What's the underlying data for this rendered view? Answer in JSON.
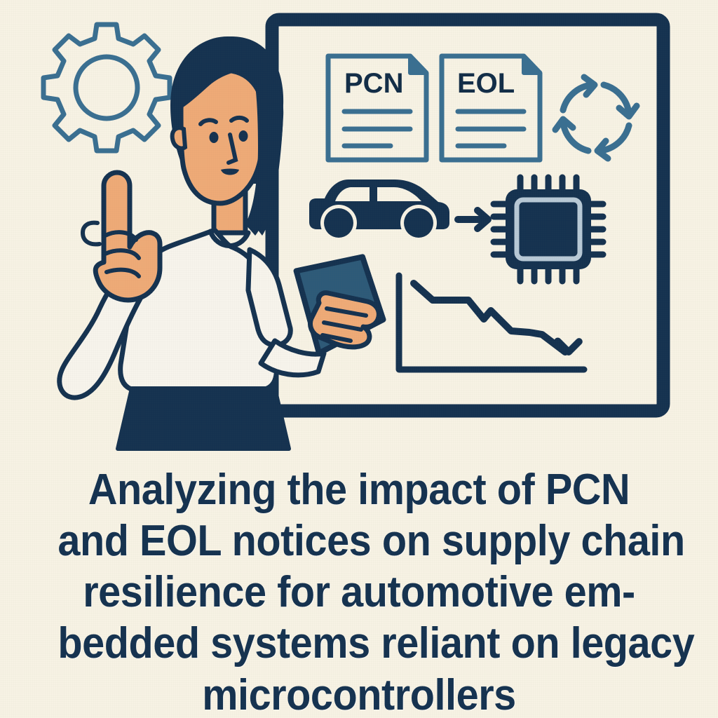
{
  "page": {
    "background_color": "#f7f2e4",
    "accent_navy": "#153250",
    "accent_steel": "#3a6f91",
    "skin_tone": "#eeaa77",
    "shirt_color": "#f7f4ec",
    "tablet_color": "#2d5a78"
  },
  "caption": {
    "full_text": "Analyzing the impact of PCN and EOL notices on supply chain resilience for automotive embedded systems reliant on legacy microcontrollers",
    "lines": [
      "Analyzing the impact of PCN",
      "and EOL notices on supply chain",
      "resilience for automotive em-",
      "bedded systems reliant on legacy",
      "microcontrollers"
    ],
    "color": "#153250"
  },
  "illustration": {
    "whiteboard": {
      "name": "presentation-board",
      "border_color": "#153250",
      "fill_color": "#f7f2e4"
    },
    "gear": {
      "name": "gear-icon",
      "teeth": 8,
      "color": "#3a6f91"
    },
    "person": {
      "name": "presenter-figure",
      "gesture": "index-finger-pointing-up",
      "hair_color": "#153250",
      "skin_color": "#eeaa77",
      "top_color": "#f7f4ec",
      "skirt_color": "#153250",
      "holding": "tablet"
    },
    "documents": [
      {
        "label": "PCN",
        "lines": 3,
        "color": "#3a6f91"
      },
      {
        "label": "EOL",
        "lines": 3,
        "color": "#3a6f91"
      }
    ],
    "cycle_icon": {
      "name": "recycle-cycle-icon",
      "arrows": 4,
      "direction": "clockwise",
      "color": "#3a6f91"
    },
    "car": {
      "name": "car-icon",
      "color": "#153250"
    },
    "flow_arrow": {
      "name": "arrow-right-icon",
      "color": "#153250"
    },
    "chip": {
      "name": "microcontroller-chip-icon",
      "body_color": "#153250",
      "die_color": "#b8c9d6",
      "pins_per_side": 6
    },
    "chart": {
      "name": "declining-trend-chart",
      "color": "#153250",
      "trend": "declining",
      "has_arrow_head": true
    }
  },
  "chart_data": {
    "type": "line",
    "title": "",
    "xlabel": "",
    "ylabel": "",
    "x": [
      0,
      1,
      2,
      3,
      4,
      5,
      6,
      7,
      8,
      9
    ],
    "values": [
      88,
      72,
      71,
      50,
      62,
      45,
      43,
      42,
      22,
      12
    ],
    "ylim": [
      0,
      100
    ],
    "xlim": [
      0,
      9
    ],
    "grid": false,
    "legend": null,
    "annotations": [
      "arrow-head at series end indicating decline"
    ]
  }
}
